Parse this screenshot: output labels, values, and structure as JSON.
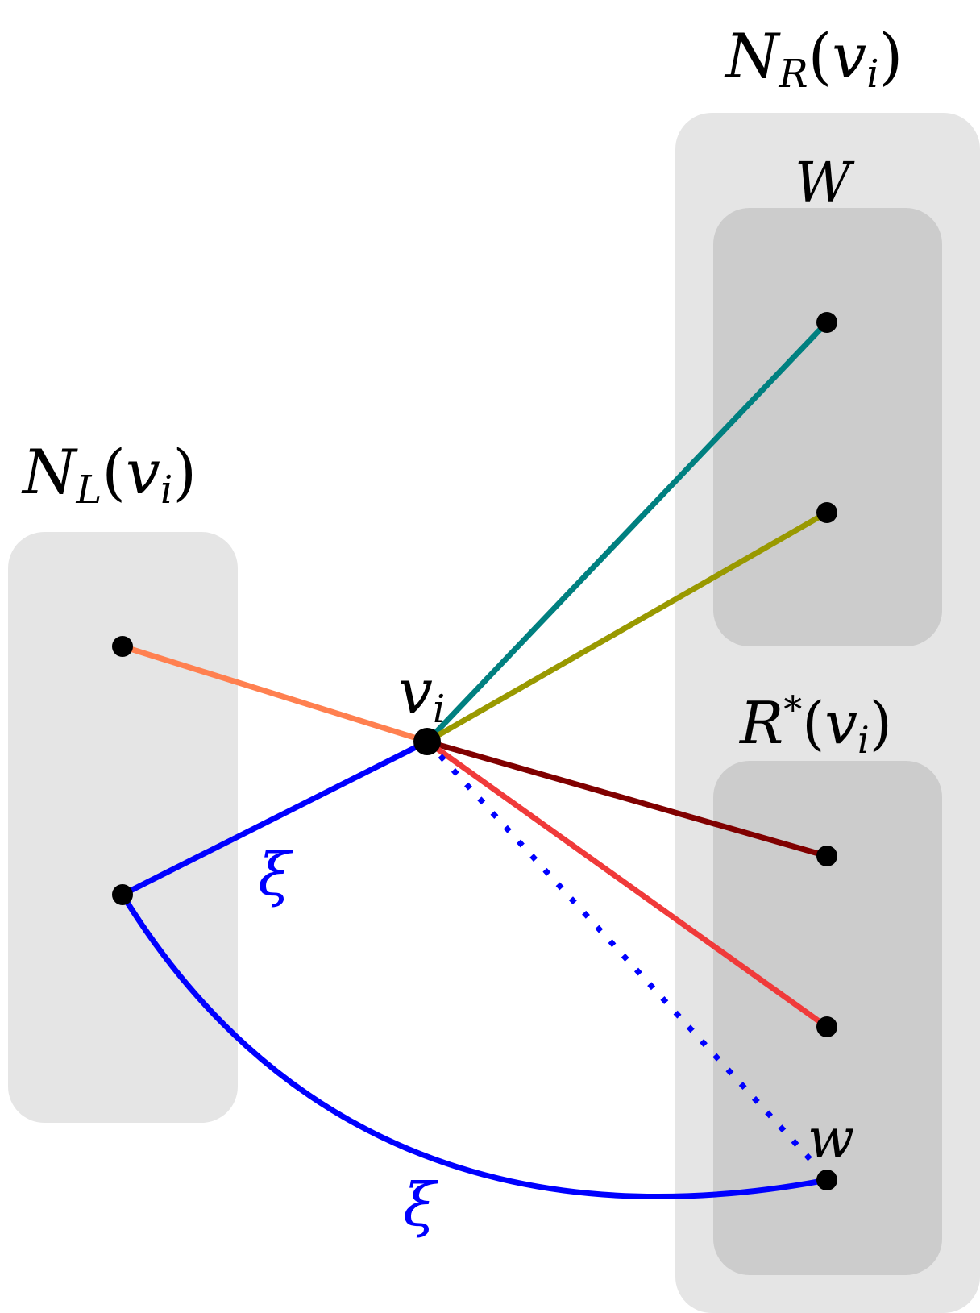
{
  "labels": {
    "left_group": {
      "base": "N",
      "sub": "L",
      "arg": "v",
      "arg_sub": "i"
    },
    "right_group": {
      "base": "N",
      "sub": "R",
      "arg": "v",
      "arg_sub": "i"
    },
    "w_set": "W",
    "r_star_group": {
      "base": "R",
      "sup": "*",
      "arg": "v",
      "arg_sub": "i"
    },
    "center_vertex": {
      "base": "v",
      "sub": "i"
    },
    "w_vertex": "w",
    "xi_straight": "ξ",
    "xi_curve": "ξ"
  },
  "colors": {
    "outer_box": "#e5e5e5",
    "inner_box": "#cccccc",
    "vertex": "#000000",
    "edge_teal": "#008080",
    "edge_olive": "#999900",
    "edge_orange": "#ff8050",
    "edge_darkred": "#800000",
    "edge_red": "#f03a3a",
    "edge_blue": "#0000ff"
  }
}
